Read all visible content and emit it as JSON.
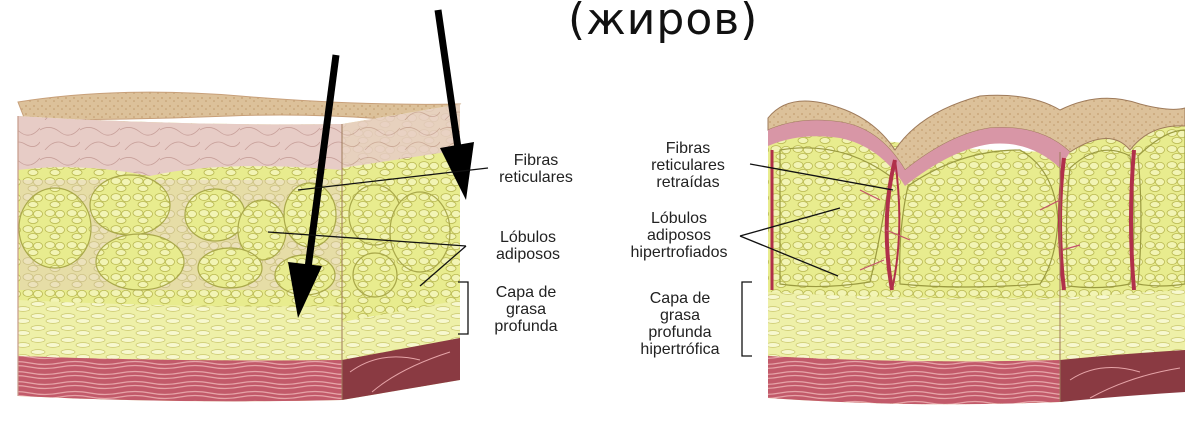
{
  "title": "(жиров)",
  "left_figure": {
    "labels": {
      "fibers": [
        "Fibras",
        "reticulares"
      ],
      "lobules": [
        "Lóbulos",
        "adiposos"
      ],
      "deep_fat": [
        "Capa de",
        "grasa",
        "profunda"
      ]
    }
  },
  "right_figure": {
    "labels": {
      "fibers": [
        "Fibras",
        "reticulares",
        "retraídas"
      ],
      "lobules": [
        "Lóbulos",
        "adiposos",
        "hipertrofiados"
      ],
      "deep_fat": [
        "Capa de",
        "grasa",
        "profunda",
        "hipertrófica"
      ]
    }
  },
  "colors": {
    "skin_top": "#d9b98e",
    "dermis": "#e7c8c4",
    "fat": "#e6ea8a",
    "fat_lobule": "#d8df5c",
    "muscle": "#c25a6a",
    "fiber": "#b0304a"
  }
}
